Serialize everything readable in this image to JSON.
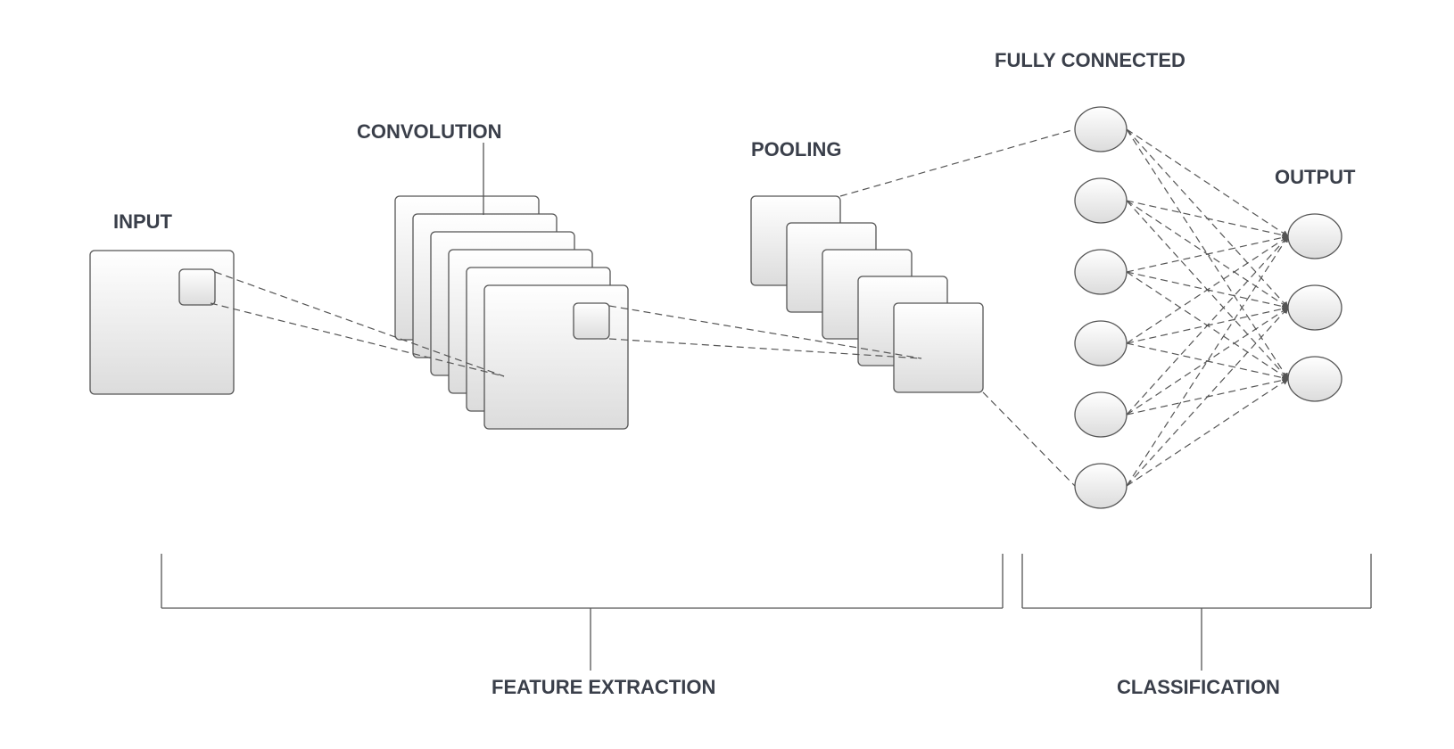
{
  "diagram": {
    "labels": {
      "input": "INPUT",
      "convolution": "CONVOLUTION",
      "pooling": "POOLING",
      "fully_connected": "FULLY CONNECTED",
      "output": "OUTPUT",
      "feature_extraction": "FEATURE EXTRACTION",
      "classification": "CLASSIFICATION"
    },
    "layers": {
      "convolution_feature_maps": 6,
      "pooling_feature_maps": 5,
      "fully_connected_neurons": 6,
      "output_neurons": 3
    },
    "colors": {
      "stroke": "#555555",
      "text": "#3a3f4a",
      "fill_top": "#ffffff",
      "fill_bottom": "#dcdcdc"
    }
  }
}
